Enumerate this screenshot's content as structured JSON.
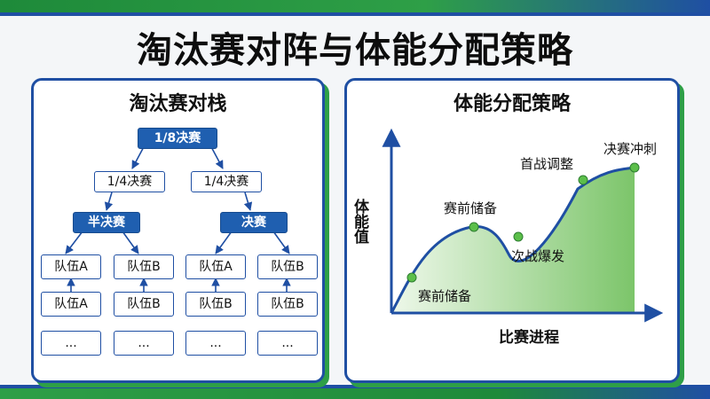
{
  "title": "淘汰赛对阵与体能分配策略",
  "bracket": {
    "heading": "淘汰赛对栈",
    "round_of_16": "1/8决赛",
    "quarterfinals": [
      "1/4决赛",
      "1/4决赛"
    ],
    "semifinal": "半决赛",
    "final": "决赛",
    "team_row_1": [
      "队伍A",
      "队伍B",
      "队伍A",
      "队伍B"
    ],
    "team_row_2": [
      "队伍A",
      "队伍B",
      "队伍B",
      "队伍B"
    ],
    "placeholders": [
      "...",
      "...",
      "...",
      "..."
    ]
  },
  "stamina": {
    "heading": "体能分配策略",
    "y_axis_label": "体能值",
    "x_axis_label": "比赛进程",
    "points": [
      {
        "label": "赛前储备"
      },
      {
        "label": "赛前储备"
      },
      {
        "label": "次战爆发"
      },
      {
        "label": "首战调整"
      },
      {
        "label": "决赛冲刺"
      }
    ]
  },
  "colors": {
    "blue": "#1f4fa3",
    "green": "#2e9f47",
    "point": "#5cbf4a"
  }
}
